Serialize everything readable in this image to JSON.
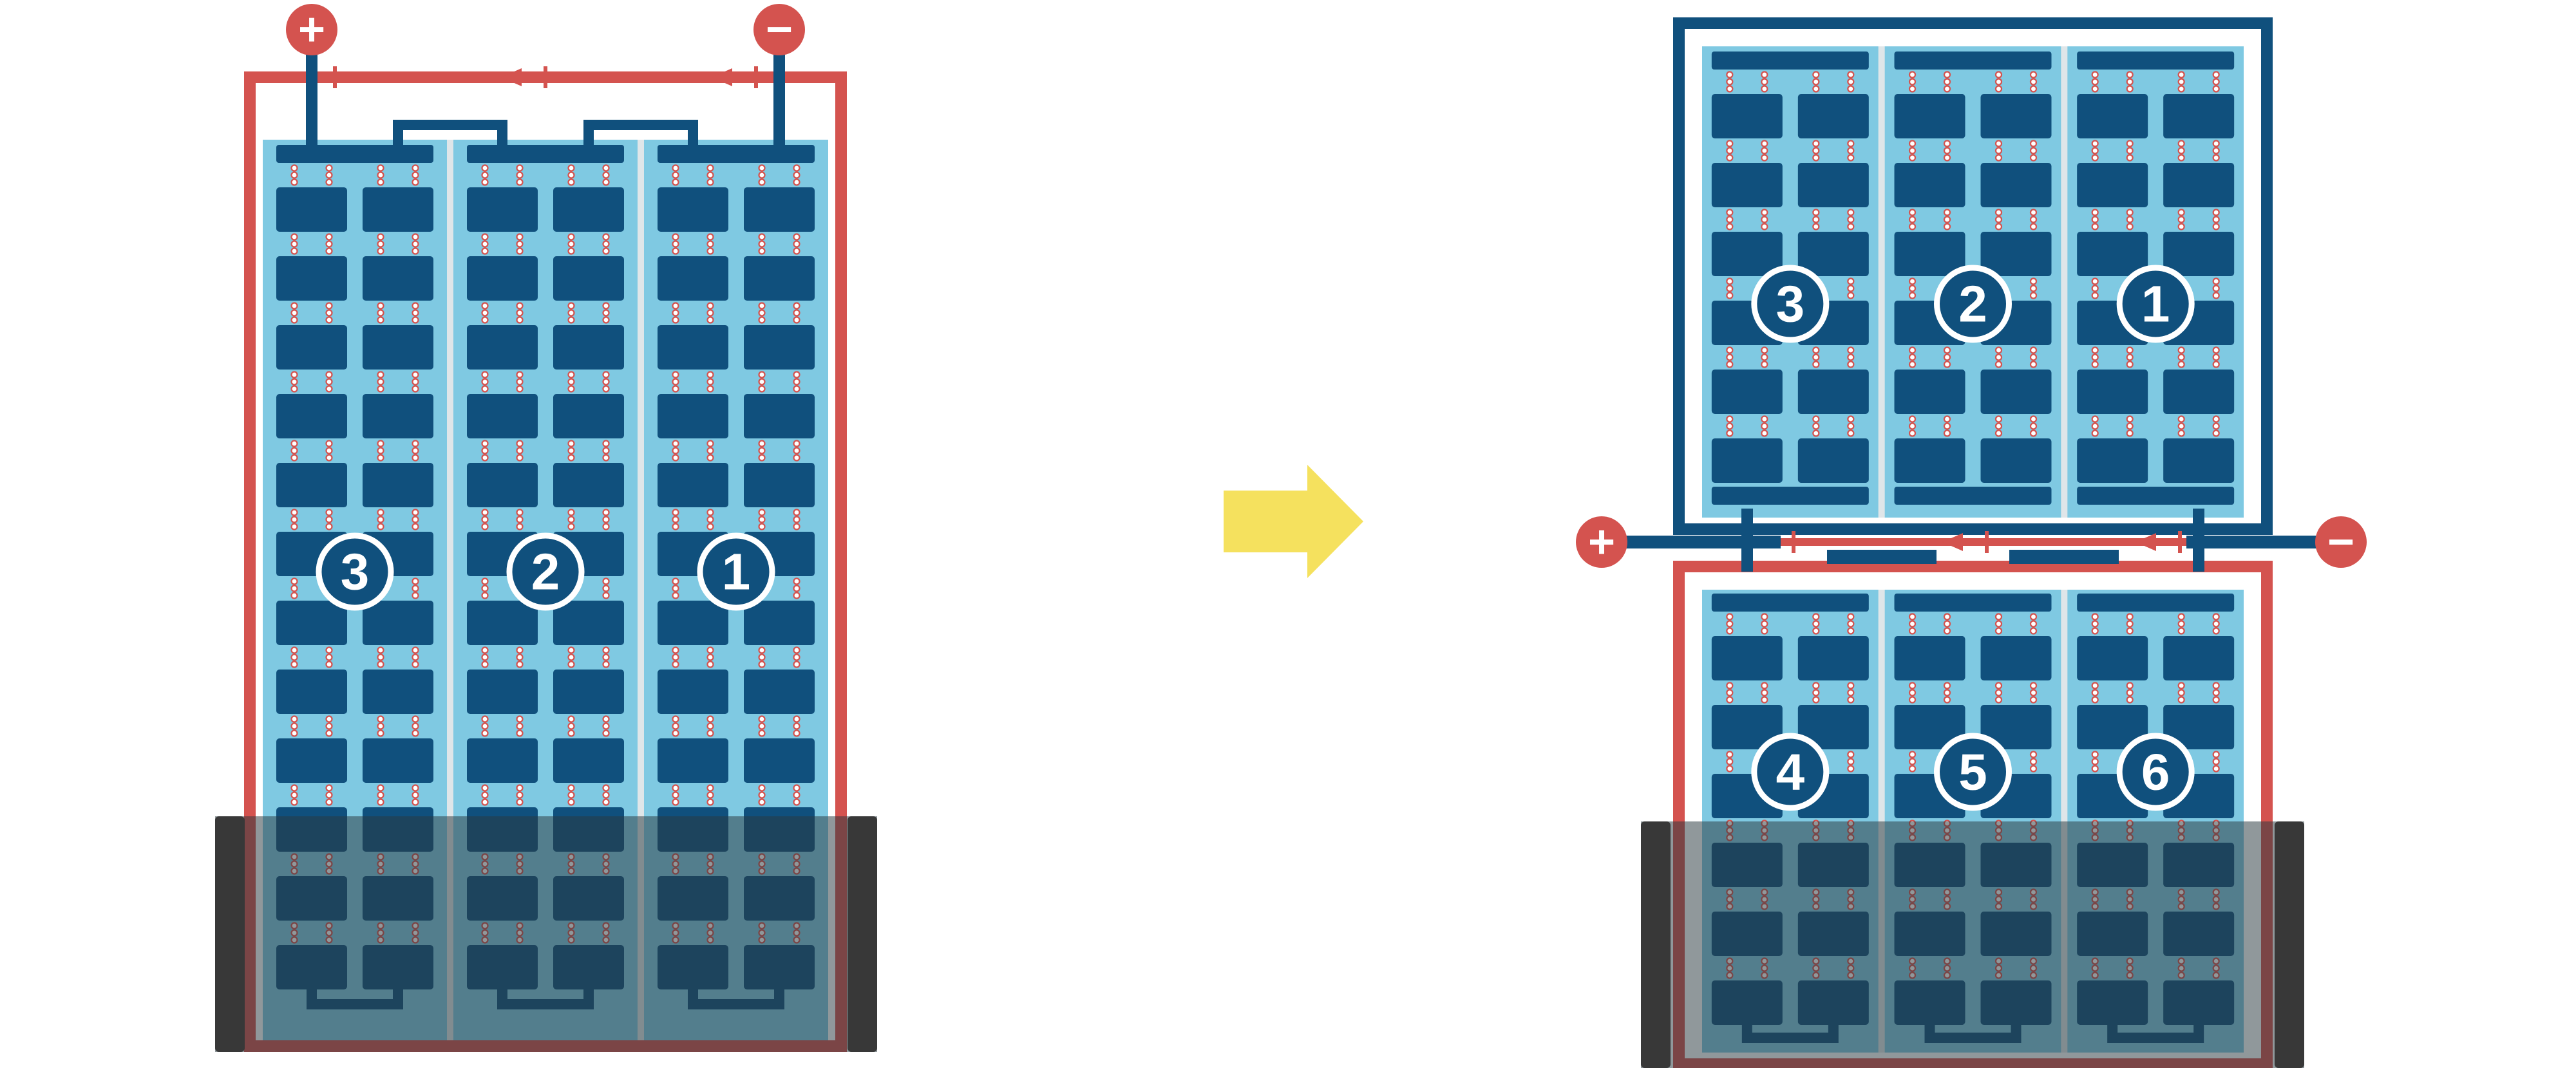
{
  "palette": {
    "background": "#ffffff",
    "red": "#d4534f",
    "navy": "#10507d",
    "light_blue": "#7fc9e2",
    "yellow": "#f5e15e",
    "separator": "#dfe6e9",
    "overlay": "rgba(43,57,64,0.52)",
    "clamp_bar": "#383838",
    "dot_fill": "#ffffff",
    "dot_ring": "#d4534f"
  },
  "left_diagram": {
    "terminals": {
      "plus": "+",
      "minus": "−"
    },
    "strings": [
      {
        "label": "3"
      },
      {
        "label": "2"
      },
      {
        "label": "1"
      }
    ]
  },
  "transition_arrow": {
    "direction": "right"
  },
  "right_diagram": {
    "terminals": {
      "plus": "+",
      "minus": "−"
    },
    "top_panel": {
      "strings": [
        {
          "label": "3"
        },
        {
          "label": "2"
        },
        {
          "label": "1"
        }
      ]
    },
    "bottom_panel": {
      "strings": [
        {
          "label": "4"
        },
        {
          "label": "5"
        },
        {
          "label": "6"
        }
      ]
    }
  }
}
